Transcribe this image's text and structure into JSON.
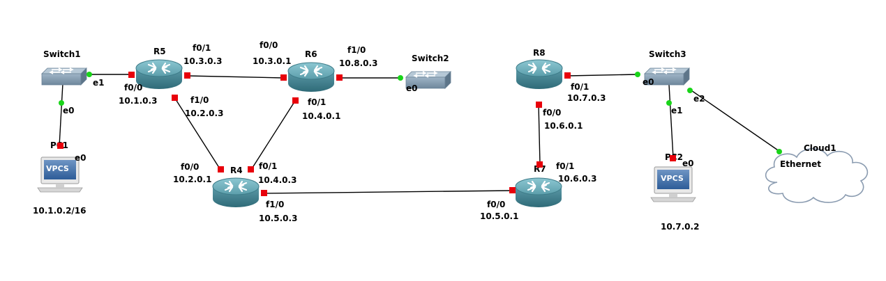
{
  "colors": {
    "router_body": "#3f7f8c",
    "router_top": "#6fb0bd",
    "switch_body": "#7e97ad",
    "port_down": "#e8000b",
    "port_up": "#19d419",
    "link": "#000000"
  },
  "nodes": {
    "switch1": {
      "name": "Switch1",
      "icon": "switch-icon"
    },
    "switch2": {
      "name": "Switch2",
      "icon": "switch-icon"
    },
    "switch3": {
      "name": "Switch3",
      "icon": "switch-icon"
    },
    "r4": {
      "name": "R4",
      "icon": "router-icon"
    },
    "r5": {
      "name": "R5",
      "icon": "router-icon"
    },
    "r6": {
      "name": "R6",
      "icon": "router-icon"
    },
    "r7": {
      "name": "R7",
      "icon": "router-icon"
    },
    "r8": {
      "name": "R8",
      "icon": "router-icon"
    },
    "pc1": {
      "name": "PC1",
      "icon": "vpcs-icon",
      "screen_text": "VPCS",
      "ip": "10.1.0.2/16"
    },
    "pc2": {
      "name": "PC2",
      "icon": "vpcs-icon",
      "screen_text": "VPCS",
      "ip": "10.7.0.2"
    },
    "cloud1": {
      "name": "Cloud1",
      "icon": "cloud-icon"
    }
  },
  "interfaces": {
    "sw1_e1": "e1",
    "sw1_e0": "e0",
    "pc1_e0": "e0",
    "r5_f00": "f0/0",
    "r5_f00_ip": "10.1.0.3",
    "r5_f01": "f0/1",
    "r5_f01_ip": "10.3.0.3",
    "r5_f10": "f1/0",
    "r5_f10_ip": "10.2.0.3",
    "r6_f00": "f0/0",
    "r6_f00_ip": "10.3.0.1",
    "r6_f10": "f1/0",
    "r6_f10_ip": "10.8.0.3",
    "r6_f01": "f0/1",
    "r6_f01_ip": "10.4.0.1",
    "sw2_e0": "e0",
    "r4_f00": "f0/0",
    "r4_f00_ip": "10.2.0.1",
    "r4_f01": "f0/1",
    "r4_f01_ip": "10.4.0.3",
    "r4_f10": "f1/0",
    "r4_f10_ip": "10.5.0.3",
    "r7_f00": "f0/0",
    "r7_f00_ip": "10.5.0.1",
    "r7_f01": "f0/1",
    "r7_f01_ip": "10.6.0.3",
    "r8_f00": "f0/0",
    "r8_f00_ip": "10.6.0.1",
    "r8_f01": "f0/1",
    "r8_f01_ip": "10.7.0.3",
    "sw3_e0": "e0",
    "sw3_e1": "e1",
    "sw3_e2": "e2",
    "pc2_e0": "e0",
    "cloud1_eth": "Ethernet"
  }
}
